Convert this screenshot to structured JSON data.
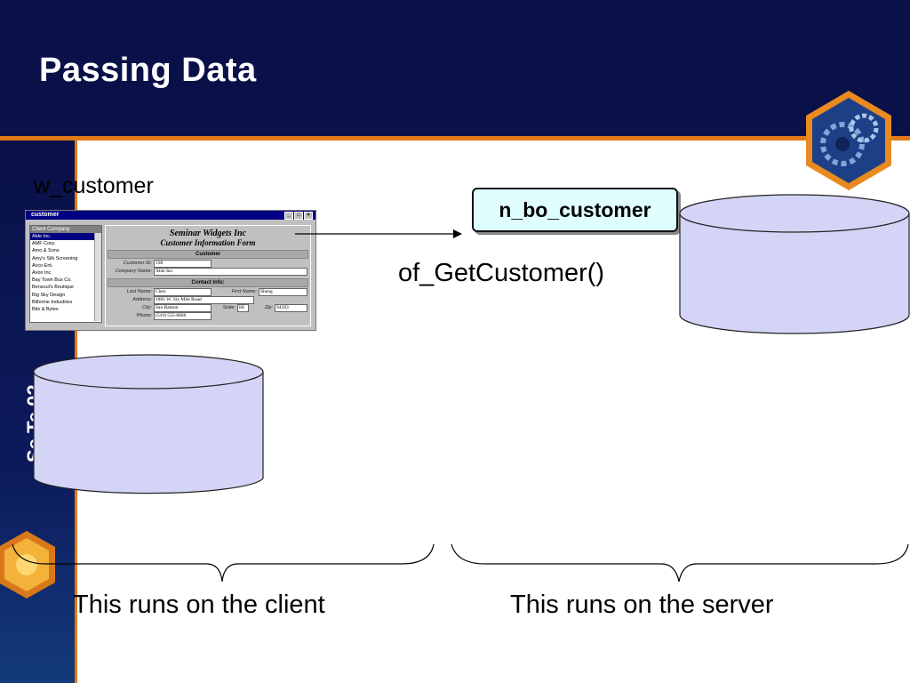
{
  "slide": {
    "title": "Passing Data",
    "side_text": "Se  Te  02",
    "colors": {
      "navy": "#0a1048",
      "orange": "#e07a1a",
      "cylinder_fill": "#d4d4f6",
      "object_fill": "#dfffff"
    }
  },
  "window_label": "w_customer",
  "app_window": {
    "title": "customer",
    "list_header": "Client Company",
    "list_items": [
      "Able Inc.",
      "AMF Corp.",
      "Amo & Sons",
      "Amy's Silk Screening",
      "Avco Ent.",
      "Avon Inc.",
      "Bay Town Bus Co.",
      "Bensoul's Boutique",
      "Big Sky Design",
      "Bilhome Industries",
      "Bits & Bytes"
    ],
    "company": "Seminar Widgets Inc",
    "form_title": "Customer Information Form",
    "section_customer": "Customer",
    "section_contact": "Contact Info:",
    "labels": {
      "customer_id": "Customer ID:",
      "company_name": "Company Name:",
      "last_name": "Last Name:",
      "first_name": "First Name:",
      "address": "Address:",
      "city": "City:",
      "state": "State:",
      "zip": "Zip:",
      "phone": "Phone:"
    },
    "values": {
      "customer_id": "198",
      "company_name": "Able Inc.",
      "last_name": "Chen",
      "first_name": "Sheng",
      "address": "1801 W. Six Mile Road",
      "city": "San Ramon",
      "state": "HI",
      "zip": "94583",
      "phone": "(510) 555-8666"
    }
  },
  "object_name": "n_bo_customer",
  "method_name": "of_GetCustomer()",
  "captions": {
    "client": "This runs on the client",
    "server": "This runs on the server"
  }
}
